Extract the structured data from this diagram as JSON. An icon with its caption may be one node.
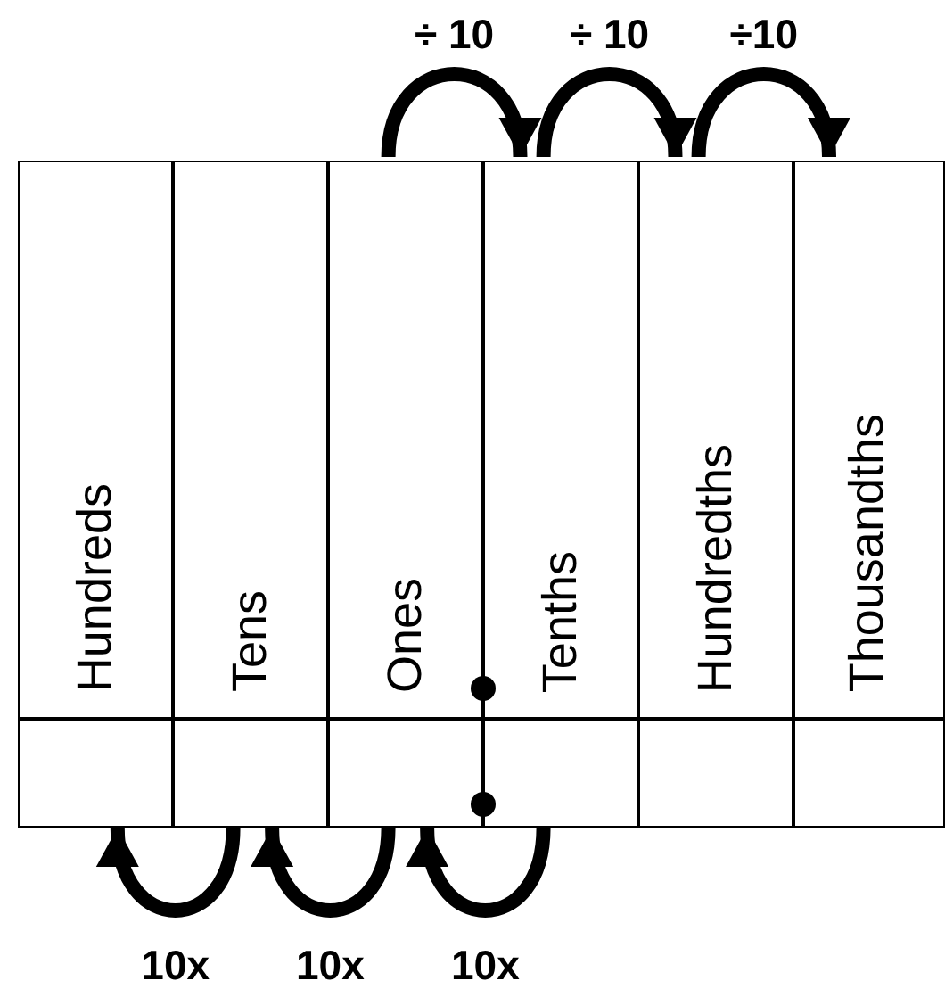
{
  "diagram": {
    "nodes": [
      {
        "text": [
          "Hundreds"
        ]
      },
      {
        "text": [
          "Tens"
        ]
      },
      {
        "text": [
          "Ones"
        ]
      },
      {
        "text": [
          "Tenths"
        ]
      },
      {
        "text": [
          "Hundredths"
        ]
      },
      {
        "text": [
          "Thousandths"
        ]
      },
      {
        "text": [],
        "shape": "box"
      },
      {
        "text": [],
        "shape": "box"
      },
      {
        "text": [],
        "shape": "box"
      },
      {
        "text": [],
        "shape": "box"
      },
      {
        "text": [],
        "shape": "box"
      },
      {
        "text": [],
        "shape": "box"
      }
    ],
    "edges": [
      {
        "from": 2,
        "to": 3,
        "arrow": "to",
        "label": "÷ 10"
      },
      {
        "from": 3,
        "to": 4,
        "arrow": "to",
        "label": "÷ 10"
      },
      {
        "from": 4,
        "to": 5,
        "arrow": "to",
        "label": "÷10"
      },
      {
        "from": 7,
        "to": 6,
        "arrow": "to",
        "label": "10x"
      },
      {
        "from": 8,
        "to": 7,
        "arrow": "to",
        "label": "10x"
      },
      {
        "from": 9,
        "to": 8,
        "arrow": "to",
        "label": "10x"
      }
    ]
  }
}
